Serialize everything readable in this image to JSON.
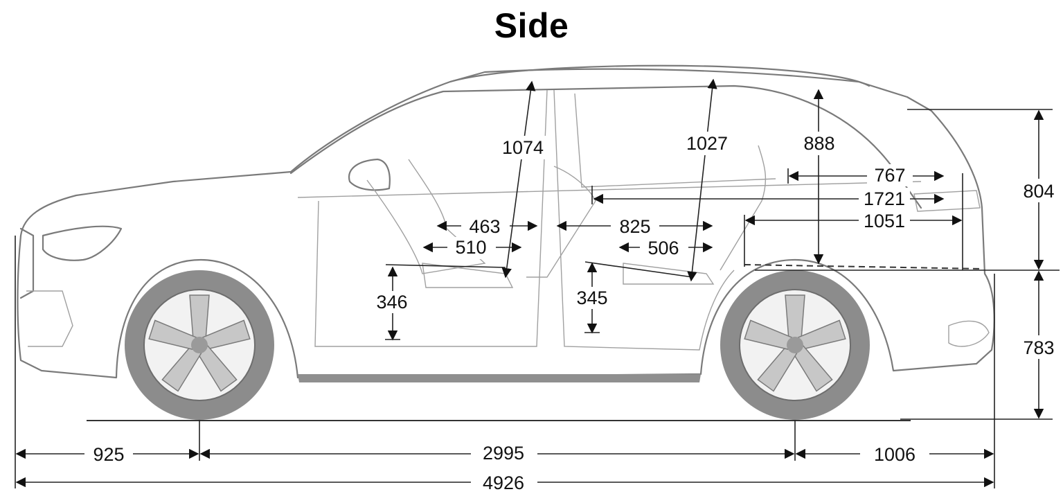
{
  "title": "Side",
  "dimensions": {
    "front_overhang": "925",
    "wheelbase": "2995",
    "rear_overhang": "1006",
    "overall_length": "4926",
    "front_headroom": "1074",
    "rear_headroom": "1027",
    "cargo_height": "888",
    "cargo_length_767": "767",
    "cargo_length_1721": "1721",
    "cargo_length_1051": "1051",
    "upper_height": "804",
    "lower_height": "783",
    "front_legroom_463": "463",
    "front_cushion_510": "510",
    "rear_legroom_825": "825",
    "rear_cushion_506": "506",
    "front_seat_height": "346",
    "rear_seat_height": "345"
  },
  "colors": {
    "outline": "#7a7a7a",
    "wheel": "#8c8c8c",
    "dimension": "#222222"
  }
}
